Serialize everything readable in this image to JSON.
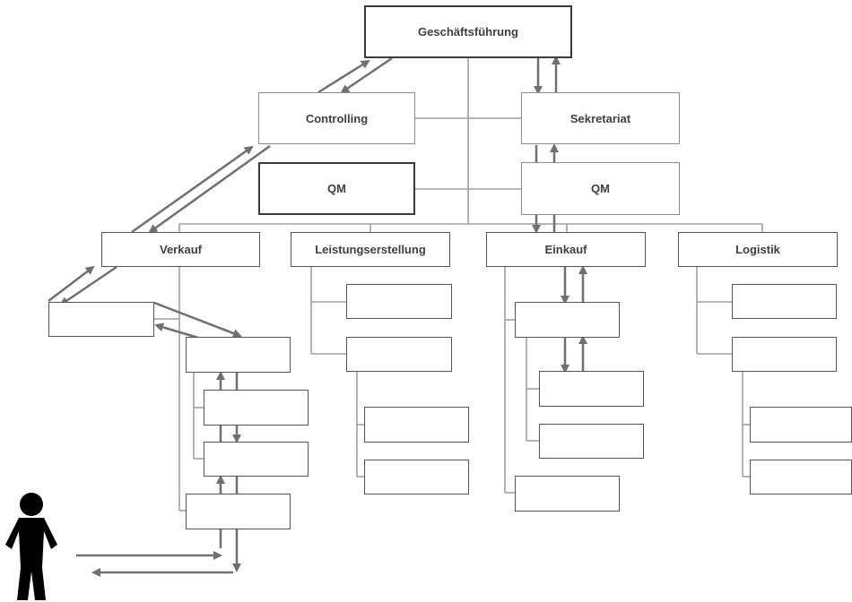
{
  "org_chart": {
    "top": "Geschäftsführung",
    "staff": {
      "controlling": "Controlling",
      "sekretariat": "Sekretariat",
      "qm_left": "QM",
      "qm_right": "QM"
    },
    "departments": [
      "Verkauf",
      "Leistungserstellung",
      "Einkauf",
      "Logistik"
    ]
  },
  "colors": {
    "line": "#9a9a9a",
    "arrow": "#707070",
    "box_border": "#404040",
    "figure": "#000000"
  },
  "icons": {
    "person": "person-silhouette-icon"
  }
}
